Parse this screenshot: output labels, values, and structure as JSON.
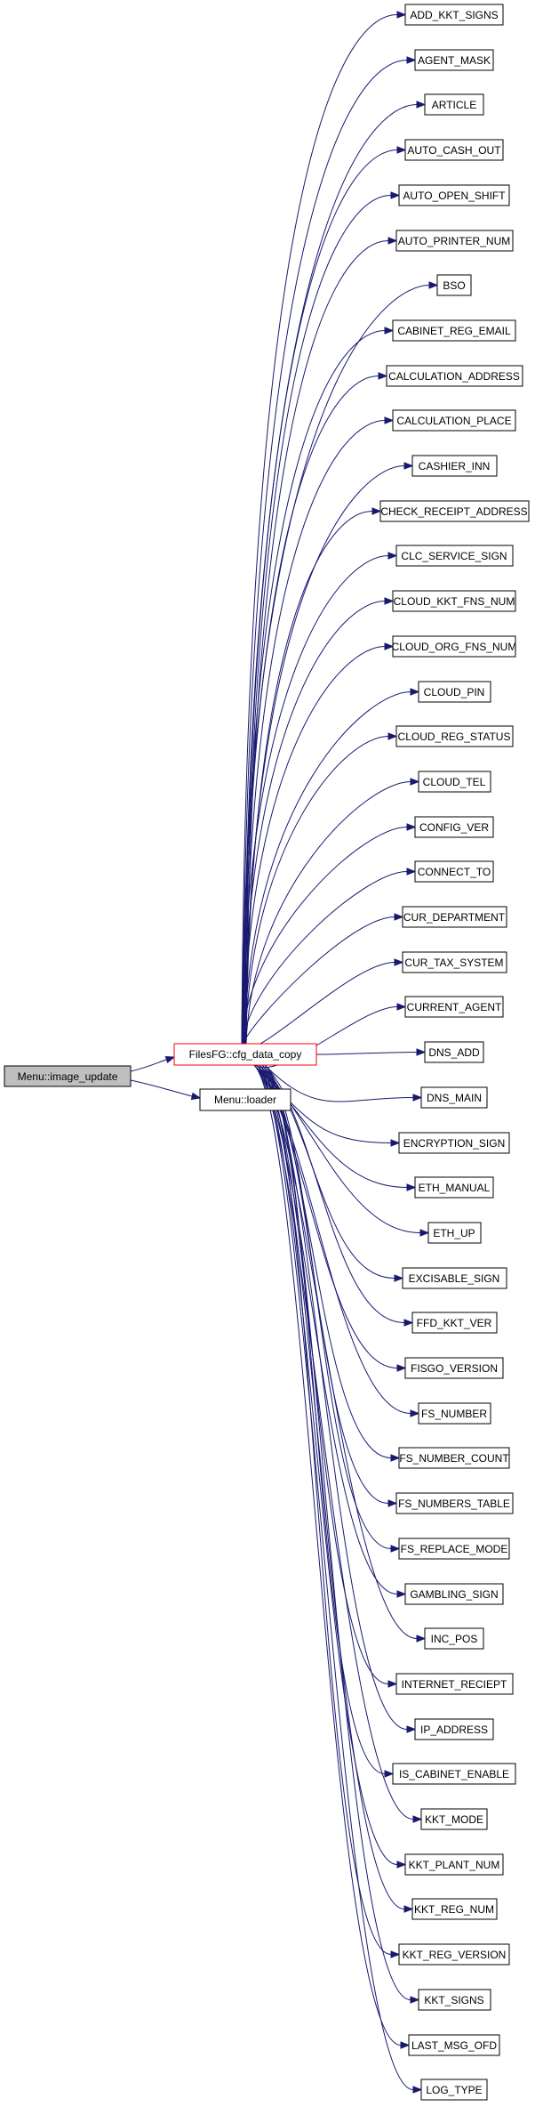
{
  "colors": {
    "edge": "#191970",
    "root_fill": "#bfbfbf",
    "hub_border": "#ff0000",
    "node_border": "#000000"
  },
  "root": {
    "label": "Menu::image_update"
  },
  "hub": {
    "label": "FilesFG::cfg_data_copy"
  },
  "sibling": {
    "label": "Menu::loader"
  },
  "targets": [
    "ADD_KKT_SIGNS",
    "AGENT_MASK",
    "ARTICLE",
    "AUTO_CASH_OUT",
    "AUTO_OPEN_SHIFT",
    "AUTO_PRINTER_NUM",
    "BSO",
    "CABINET_REG_EMAIL",
    "CALCULATION_ADDRESS",
    "CALCULATION_PLACE",
    "CASHIER_INN",
    "CHECK_RECEIPT_ADDRESS",
    "CLC_SERVICE_SIGN",
    "CLOUD_KKT_FNS_NUM",
    "CLOUD_ORG_FNS_NUM",
    "CLOUD_PIN",
    "CLOUD_REG_STATUS",
    "CLOUD_TEL",
    "CONFIG_VER",
    "CONNECT_TO",
    "CUR_DEPARTMENT",
    "CUR_TAX_SYSTEM",
    "CURRENT_AGENT",
    "DNS_ADD",
    "DNS_MAIN",
    "ENCRYPTION_SIGN",
    "ETH_MANUAL",
    "ETH_UP",
    "EXCISABLE_SIGN",
    "FFD_KKT_VER",
    "FISGO_VERSION",
    "FS_NUMBER",
    "FS_NUMBER_COUNT",
    "FS_NUMBERS_TABLE",
    "FS_REPLACE_MODE",
    "GAMBLING_SIGN",
    "INC_POS",
    "INTERNET_RECIEPT",
    "IP_ADDRESS",
    "IS_CABINET_ENABLE",
    "KKT_MODE",
    "KKT_PLANT_NUM",
    "KKT_REG_NUM",
    "KKT_REG_VERSION",
    "KKT_SIGNS",
    "LAST_MSG_OFD",
    "LOG_TYPE"
  ]
}
